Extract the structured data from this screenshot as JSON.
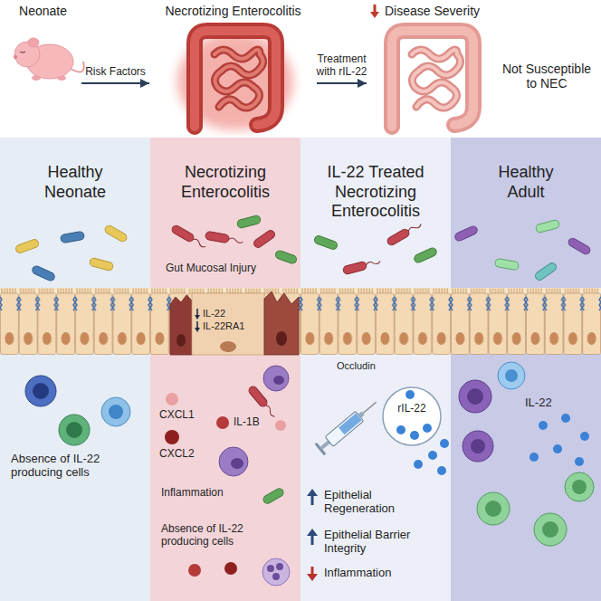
{
  "diagram": {
    "nodes": [
      {
        "text": [
          "Neonate"
        ]
      },
      {
        "text": [
          "Necrotizing Enterocolitis"
        ]
      },
      {
        "text": [
          "Disease Severity"
        ]
      },
      {
        "text": [
          "Healthy Neonate"
        ]
      },
      {
        "text": [
          "Necrotizing Enterocolitis"
        ]
      },
      {
        "text": [
          "IL-22 Treated Necrotizing Enterocolitis"
        ]
      },
      {
        "text": [
          "Healthy Adult"
        ]
      }
    ],
    "edges": [
      {
        "from": 0,
        "to": 1,
        "label": "Risk Factors",
        "arrow": "to"
      },
      {
        "from": 1,
        "to": 2,
        "label": "Treatment with rIL-22",
        "arrow": "to"
      }
    ],
    "labels": [
      "Not Susceptible to NEC",
      "Absence of IL-22 producing cells",
      "Gut Mucosal Injury",
      "IL-22",
      "IL-22RA1",
      "CXCL1",
      "IL-1B",
      "CXCL2",
      "Inflammation",
      "Absence of IL-22 producing cells",
      "Occludin",
      "rIL-22",
      "Epithelial Regeneration",
      "Epithelial Barrier Integrity",
      "Inflammation",
      "IL-22"
    ]
  }
}
